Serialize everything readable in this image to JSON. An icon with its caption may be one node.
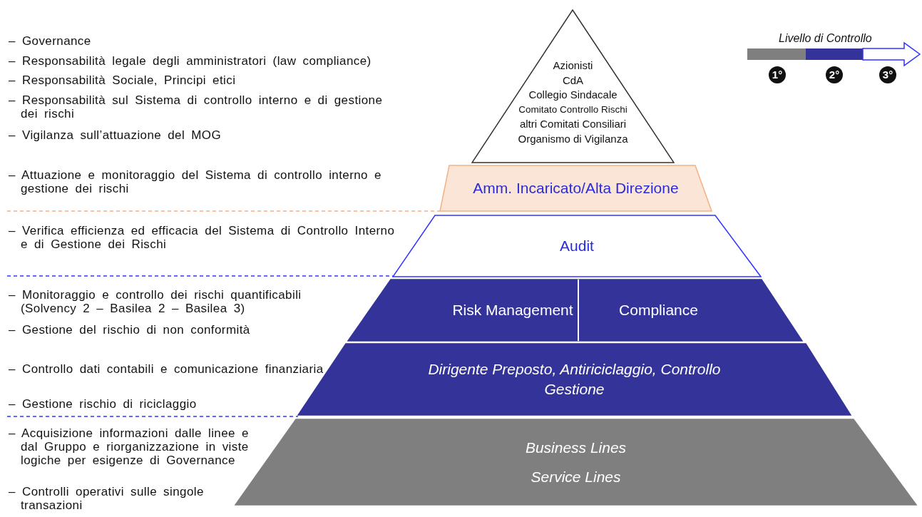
{
  "diagram": {
    "nodes": [
      {
        "text": [
          "Azionisti",
          "CdA",
          "Collegio Sindacale",
          "Comitato Controllo Rischi",
          "altri Comitati Consiliari",
          "Organismo di Vigilanza"
        ]
      },
      {
        "text": [
          "Amm. Incaricato/Alta Direzione"
        ]
      },
      {
        "text": [
          "Audit"
        ]
      },
      {
        "text": [
          "Risk Management"
        ]
      },
      {
        "text": [
          "Compliance"
        ]
      },
      {
        "text": [
          "Dirigente Preposto, Antiriciclaggio, Controllo Gestione"
        ]
      },
      {
        "text": [
          "Business Lines",
          "Service Lines"
        ]
      }
    ],
    "edges": [],
    "labels": [
      "Livello di Controllo",
      "– Governance",
      "– Responsabilità legale degli amministratori (law compliance)",
      "– Responsabilità Sociale, Principi etici",
      "– Responsabilità sul Sistema di controllo interno e di gestione dei rischi",
      "– Vigilanza sull’attuazione del MOG",
      "– Attuazione e monitoraggio del Sistema di controllo interno e gestione dei rischi",
      "– Verifica efficienza ed efficacia del Sistema di Controllo Interno e di Gestione dei Rischi",
      "– Monitoraggio e controllo dei rischi quantificabili (Solvency 2 – Basilea 2 – Basilea 3)",
      "– Gestione del rischio di non conformità",
      "– Controllo dati contabili e comunicazione finanziaria",
      "– Gestione rischio di riciclaggio",
      "– Acquisizione informazioni dalle linee e dal Gruppo e riorganizzazione in viste logiche per esigenze di Governance",
      "– Controlli operativi sulle singole transazioni"
    ],
    "legend": [
      {
        "text": "1°",
        "color": "#7f7f7f"
      },
      {
        "text": "2°",
        "color": "#333399"
      },
      {
        "text": "3°",
        "color": "#ffffff"
      }
    ]
  }
}
